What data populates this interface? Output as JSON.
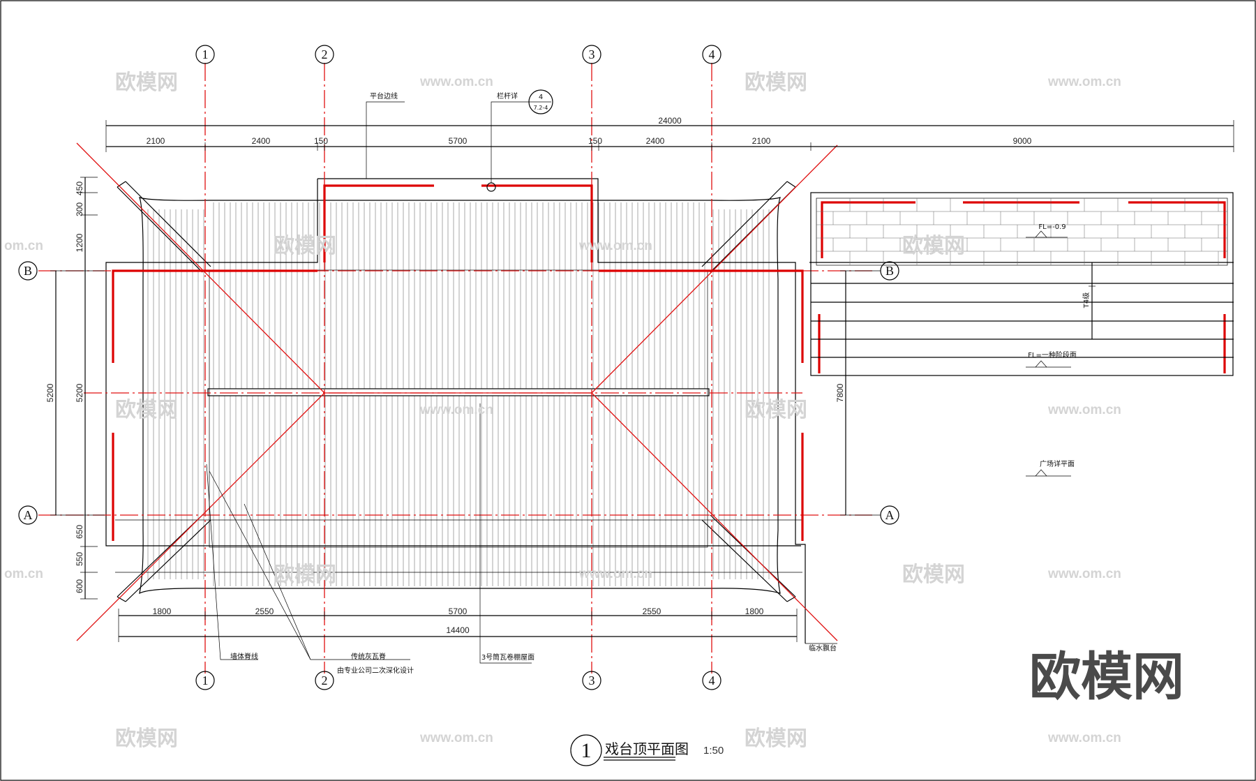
{
  "grid": {
    "columns": [
      "1",
      "2",
      "3",
      "4"
    ],
    "rows": [
      "A",
      "B"
    ]
  },
  "dimensions": {
    "top_total": "24000",
    "top_segments": [
      "2100",
      "2400",
      "150",
      "5700",
      "150",
      "2400",
      "2100",
      "9000"
    ],
    "bottom_segments": [
      "1800",
      "2550",
      "5700",
      "2550",
      "1800"
    ],
    "bottom_total": "14400",
    "left_outer": "5200",
    "left_inner": "5200",
    "left_top_stack": [
      "300",
      "450",
      "1200"
    ],
    "left_bottom_stack": [
      "650",
      "550",
      "600"
    ],
    "right_span": "7800"
  },
  "annotations": {
    "platform_edge": "平台边线",
    "railing_detail": "栏杆详",
    "detail_ref_num": "4",
    "detail_ref_sheet": "7.2-4",
    "fl_level": "FL=-0.9",
    "steps": "T4级",
    "fl_level_2": "FL=一种阶段面",
    "plaza_level": "广场详平面",
    "wall_ridge": "墙体脊线",
    "tile_ridge_line1": "传统灰瓦脊",
    "tile_ridge_line2": "由专业公司二次深化设计",
    "roof_tile": "3号筒瓦卷棚屋面",
    "waterside_platform": "临水飘台"
  },
  "title": {
    "number": "1",
    "name": "戏台顶平面图",
    "scale": "1:50"
  },
  "watermark": {
    "brand": "欧模网",
    "url": "www.om.cn",
    "url_partial": "om.cn"
  },
  "colors": {
    "axis": "#e01010",
    "line": "#000000",
    "watermark": "#d4d4d4"
  }
}
